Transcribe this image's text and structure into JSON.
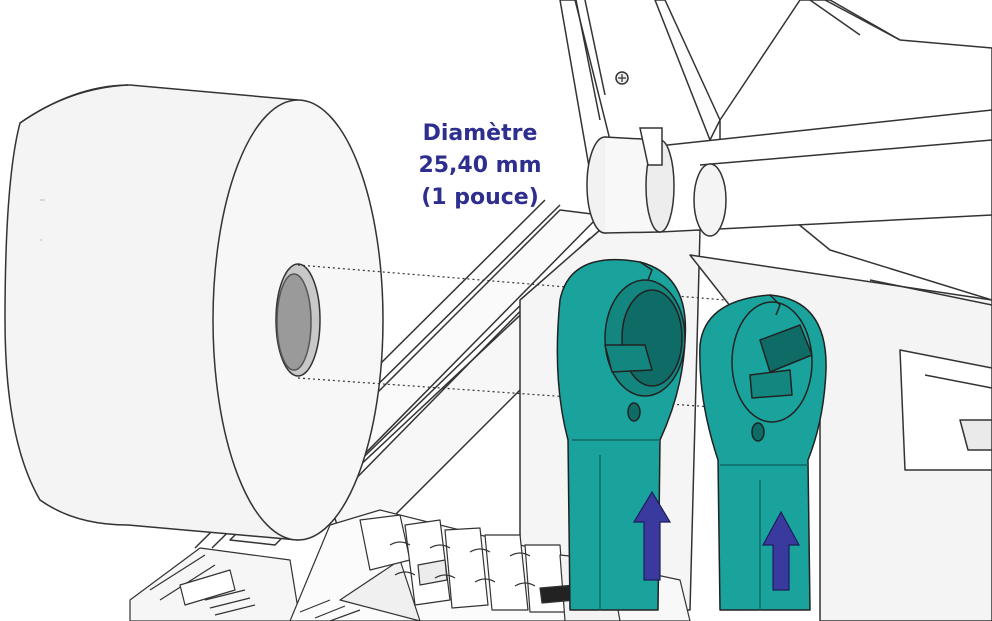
{
  "label": {
    "line1": "Diamètre",
    "line2": "25,40 mm",
    "line3": "(1 pouce)"
  },
  "colors": {
    "holder": "#1aa39c",
    "holder_dark": "#138680",
    "holder_shadow": "#0f6b66",
    "arrow": "#3a3a9e",
    "text": "#2e2e8f",
    "outline": "#333333"
  },
  "icons": {
    "roll": "media-roll-icon",
    "arrows": "up-arrow-icon"
  }
}
